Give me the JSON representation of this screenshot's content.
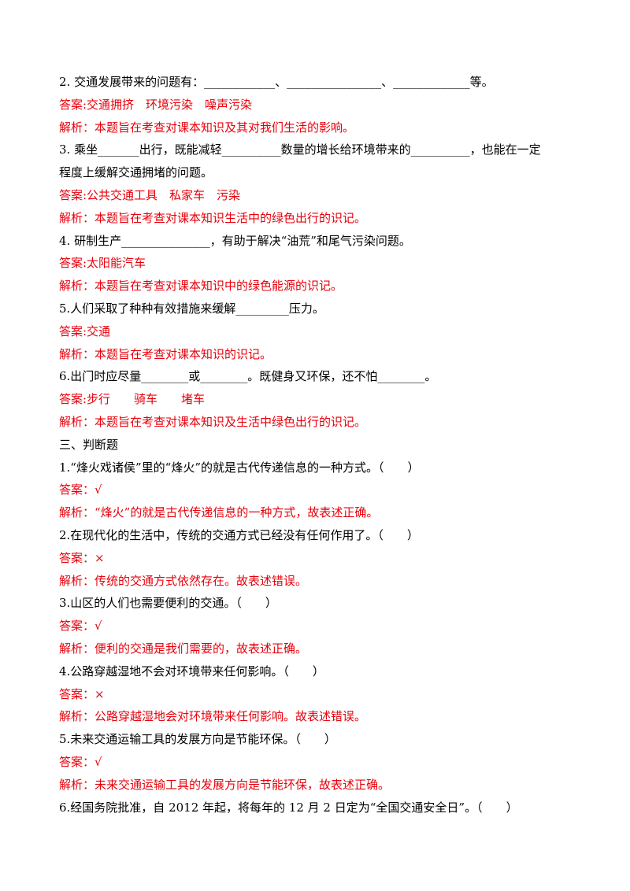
{
  "lines": [
    {
      "type": "question",
      "text": "2. 交通发展带来的问题有：____________、________________、_____________等。"
    },
    {
      "type": "answer",
      "text": "答案:交通拥挤　环境污染　噪声污染"
    },
    {
      "type": "analysis",
      "text": "解析：本题旨在考查对课本知识及其对我们生活的影响。"
    },
    {
      "type": "question",
      "text": "3. 乘坐_______出行，既能减轻__________数量的增长给环境带来的__________，也能在一定"
    },
    {
      "type": "question",
      "text": "程度上缓解交通拥堵的问题。"
    },
    {
      "type": "answer",
      "text": "答案:公共交通工具　私家车　污染"
    },
    {
      "type": "analysis",
      "text": "解析：本题旨在考查对课本知识生活中的绿色出行的识记。"
    },
    {
      "type": "question",
      "text": "4. 研制生产_______________，有助于解决“油荒”和尾气污染问题。"
    },
    {
      "type": "answer",
      "text": "答案:太阳能汽车"
    },
    {
      "type": "analysis",
      "text": "解析：本题旨在考查对课本知识中的绿色能源的识记。"
    },
    {
      "type": "question",
      "text": "5.人们采取了种种有效措施来缓解_________压力。"
    },
    {
      "type": "answer",
      "text": "答案:交通"
    },
    {
      "type": "analysis",
      "text": "解析：本题旨在考查对课本知识的识记。"
    },
    {
      "type": "question",
      "text": "6.出门时应尽量________或________。既健身又环保，还不怕________。"
    },
    {
      "type": "answer",
      "text": "答案:步行　　骑车　　堵车"
    },
    {
      "type": "analysis",
      "text": "解析：本题旨在考查对课本知识及生活中绿色出行的识记。"
    },
    {
      "type": "section",
      "text": "三、判断题"
    },
    {
      "type": "question",
      "text": "1.“烽火戏诸侯”里的“烽火”的就是古代传递信息的一种方式。（　　）"
    },
    {
      "type": "answer",
      "text": "答案：√"
    },
    {
      "type": "analysis",
      "text": "解析：“烽火”的就是古代传递信息的一种方式，故表述正确。"
    },
    {
      "type": "question",
      "text": "2.在现代化的生活中，传统的交通方式已经没有任何作用了。（　　）"
    },
    {
      "type": "answer",
      "text": "答案：×"
    },
    {
      "type": "analysis",
      "text": "解析：传统的交通方式依然存在。故表述错误。"
    },
    {
      "type": "question",
      "text": "3.山区的人们也需要便利的交通。（　　）"
    },
    {
      "type": "answer",
      "text": "答案：√"
    },
    {
      "type": "analysis",
      "text": "解析：便利的交通是我们需要的，故表述正确。"
    },
    {
      "type": "question",
      "text": "4.公路穿越湿地不会对环境带来任何影响。（　　）"
    },
    {
      "type": "answer",
      "text": "答案：×"
    },
    {
      "type": "analysis",
      "text": "解析：公路穿越湿地会对环境带来任何影响。故表述错误。"
    },
    {
      "type": "question",
      "text": "5.未来交通运输工具的发展方向是节能环保。（　　）"
    },
    {
      "type": "answer",
      "text": "答案：√"
    },
    {
      "type": "analysis",
      "text": "解析：未来交通运输工具的发展方向是节能环保，故表述正确。"
    },
    {
      "type": "question",
      "text": "6.经国务院批准，自 2012 年起，将每年的 12 月 2 日定为“全国交通安全日”。（　　）"
    }
  ],
  "colors": {
    "text": "#000000",
    "answer": "#e8000b"
  }
}
